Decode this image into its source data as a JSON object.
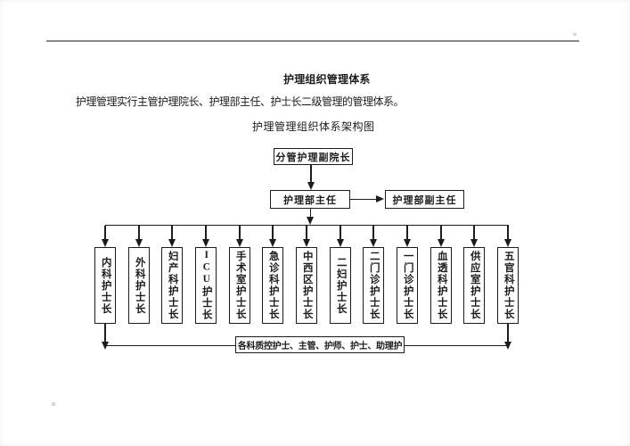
{
  "page": {
    "title": "护理组织管理体系",
    "intro": "护理管理实行主管护理院长、护理部主任、护士长二级管理的管理体系。",
    "diagram_caption": "护理管理组织体系架构图"
  },
  "diagram": {
    "top_box": "分管护理副院长",
    "director_box": "护理部主任",
    "deputy_director_box": "护理部副主任",
    "columns": [
      "内科护士长",
      "外科护士长",
      "妇产科护士长",
      "ICU护士长",
      "手术室护士长",
      "急诊科护士长",
      "中西区护士长",
      "二妇护士长",
      "二门诊护士长",
      "一门诊护士长",
      "血透科护士长",
      "供应室护士长",
      "五官科护士长"
    ],
    "bottom_box": "各科质控护士、主管、护师、护士、助理护"
  },
  "colors": {
    "line": "#1c1c1c",
    "divider": "#8a8a8a",
    "page_background": "#ffffff"
  }
}
